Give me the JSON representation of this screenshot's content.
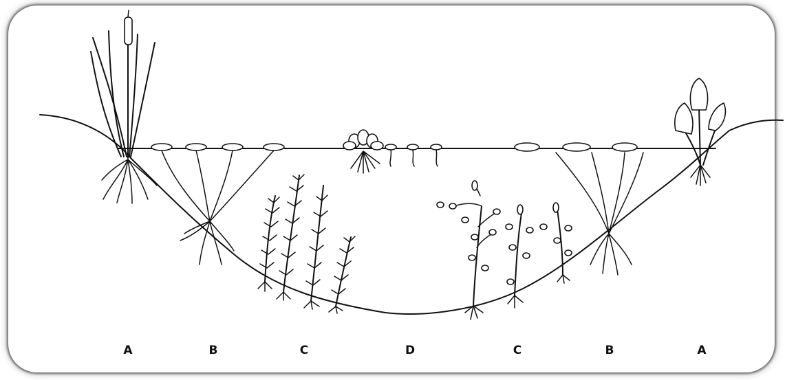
{
  "zone_labels": [
    "A",
    "B",
    "C",
    "D",
    "C",
    "B",
    "A"
  ],
  "plants": {
    "emergent_left": "cattail-icon",
    "floating_left": "floating-leaf-icon",
    "submerged_left": "feathery-submerged-icon",
    "free_floating_center": "free-floating-icon",
    "submerged_right": "pondweed-icon",
    "floating_right": "floating-leaf-icon",
    "emergent_right": "arrowhead-icon"
  },
  "colors": {
    "ink": "#111111",
    "background": "#ffffff"
  }
}
